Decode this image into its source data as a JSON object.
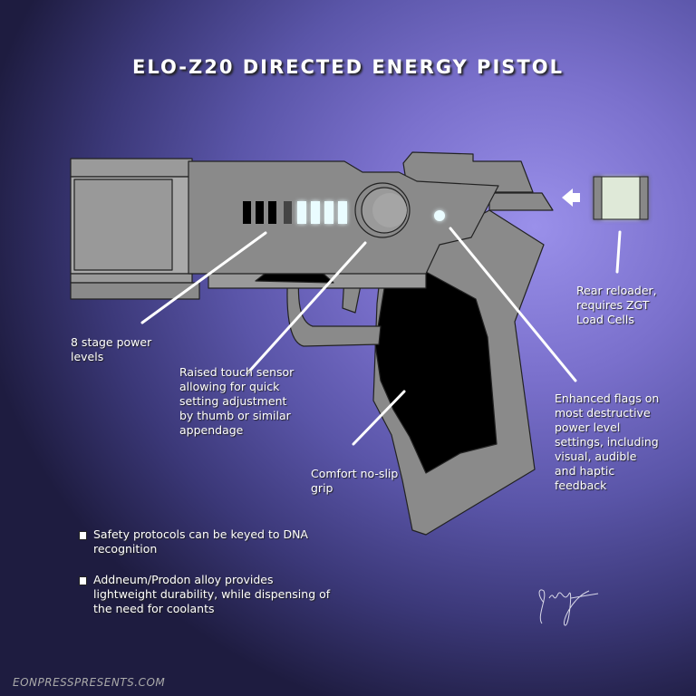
{
  "title": "ELO-Z20 DIRECTED ENERGY PISTOL",
  "callouts": {
    "power": [
      "8 stage power",
      "levels"
    ],
    "sensor": [
      "Raised touch sensor",
      "allowing for quick",
      "setting adjustment",
      "by thumb or similar",
      "appendage"
    ],
    "grip": [
      "Comfort no-slip",
      "grip"
    ],
    "flags": [
      "Enhanced flags on",
      "most destructive",
      "power level",
      "settings, including",
      "visual, audible",
      "and haptic",
      "feedback"
    ],
    "reloader": [
      "Rear reloader,",
      "requires ZGT",
      "Load Cells"
    ]
  },
  "bullets": [
    [
      "Safety protocols can be keyed to DNA",
      "recognition"
    ],
    [
      "Addneum/Prodon alloy provides",
      "lightweight durability, while dispensing of",
      "the need for coolants"
    ]
  ],
  "power_levels": {
    "total": 8,
    "lit": 4
  },
  "signature": "signature",
  "footer": "EONPRESSPRESENTS.COM",
  "colors": {
    "glow": "#e8fbff",
    "gun": "#8a8a8a",
    "grip": "#000000"
  }
}
